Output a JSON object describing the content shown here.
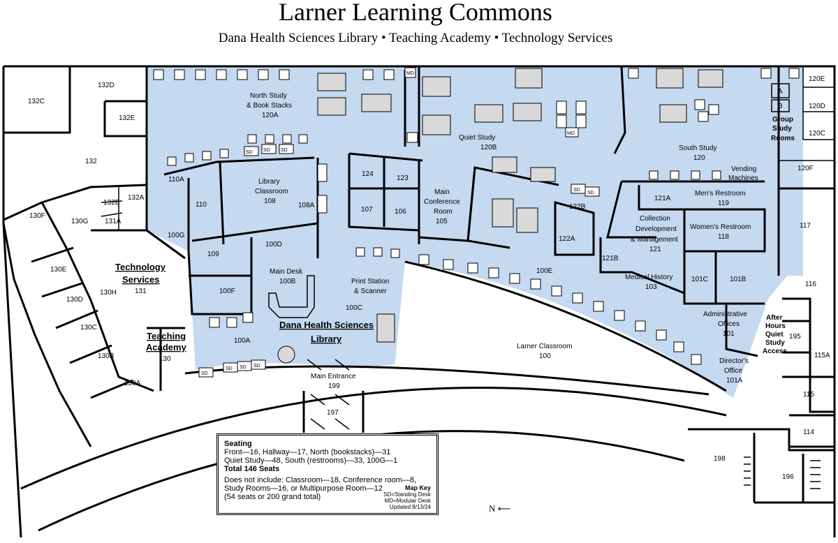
{
  "title": "Larner Learning Commons",
  "subtitle": "Dana Health Sciences Library • Teaching Academy • Technology Services",
  "rooms": {
    "r132C": "132C",
    "r132D": "132D",
    "r132E": "132E",
    "r132": "132",
    "r132A": "132A",
    "r132B": "132B",
    "r131A": "131A",
    "r130G": "130G",
    "r130F": "130F",
    "r130E": "130E",
    "r130H": "130H",
    "r130D": "130D",
    "r130C": "130C",
    "r130B": "130B",
    "r130A": "130A",
    "r130": "130",
    "r131": "131",
    "r120A_name": "North Study",
    "r120A_name2": "& Book Stacks",
    "r120A": "120A",
    "r110A": "110A",
    "r110": "110",
    "r108_name": "Library",
    "r108_name2": "Classroom",
    "r108": "108",
    "r108A": "108A",
    "r100G": "100G",
    "r109": "109",
    "r100D": "100D",
    "r100F": "100F",
    "r100B_name": "Main Desk",
    "r100B": "100B",
    "r100A": "100A",
    "r100C": "100C",
    "print1": "Print Station",
    "print2": "& Scanner",
    "r124": "124",
    "r123": "123",
    "r107": "107",
    "r106": "106",
    "r105_1": "Main",
    "r105_2": "Conference",
    "r105_3": "Room",
    "r105": "105",
    "r120B_name": "Quiet Study",
    "r120B": "120B",
    "r122B": "122B",
    "r122A": "122A",
    "r100E": "100E",
    "r120_name": "South Study",
    "r120": "120",
    "vending1": "Vending",
    "vending2": "Machines",
    "r120E": "120E",
    "r120D": "120D",
    "r120C": "120C",
    "r120F": "120F",
    "r117": "117",
    "r116": "116",
    "gsr1": "Group",
    "gsr2": "Study",
    "gsr3": "Rooms",
    "roomA": "A",
    "roomB": "B",
    "r121A": "121A",
    "r119_name": "Men's Restroom",
    "r119": "119",
    "r118_name": "Women's Restroom",
    "r118": "118",
    "r121_1": "Collection",
    "r121_2": "Development",
    "r121_3": "& Management",
    "r121": "121",
    "r121B": "121B",
    "r103_name": "Medical History",
    "r103": "103",
    "r101C": "101C",
    "r101B": "101B",
    "r101_1": "Administrative",
    "r101_2": "Offices",
    "r101": "101",
    "r101A_1": "Director's",
    "r101A_2": "Office",
    "r101A": "101A",
    "after1": "After",
    "after2": "Hours",
    "after3": "Quiet",
    "after4": "Study",
    "after5": "Access",
    "r195": "195",
    "r115A": "115A",
    "r115": "115",
    "r114": "114",
    "r198": "198",
    "r196": "196",
    "larner_name": "Larner Classroom",
    "r100": "100",
    "main_entrance": "Main Entrance",
    "r199": "199",
    "r197": "197"
  },
  "big_labels": {
    "tech1": "Technology",
    "tech2": "Services",
    "teach1": "Teaching",
    "teach2": "Academy",
    "dana1": "Dana Health Sciences",
    "dana2": "Library"
  },
  "furniture": {
    "sd": "SD",
    "md": "MD",
    "bench": "bench"
  },
  "legend": {
    "heading": "Seating",
    "line1": "Front—16, Hallway—17, North (bookstacks)—31",
    "line2": "Quiet Study—48, South (restrooms)—33, 100G—1",
    "total": "Total 146 Seats",
    "line3": "Does not include: Classroom—18, Conference room—8,",
    "line4": "Study Rooms—16,  or Multipurpose Room—12",
    "line5": "(54 seats or 200 grand total)",
    "key_title": "Map Key",
    "key_sd": "SD=Standing Desk",
    "key_md": "MD=Modular Desk",
    "updated": "Updated 8/13/24"
  },
  "compass": "N",
  "colors": {
    "library_fill": "#c5d9f1",
    "wall": "#000000"
  }
}
